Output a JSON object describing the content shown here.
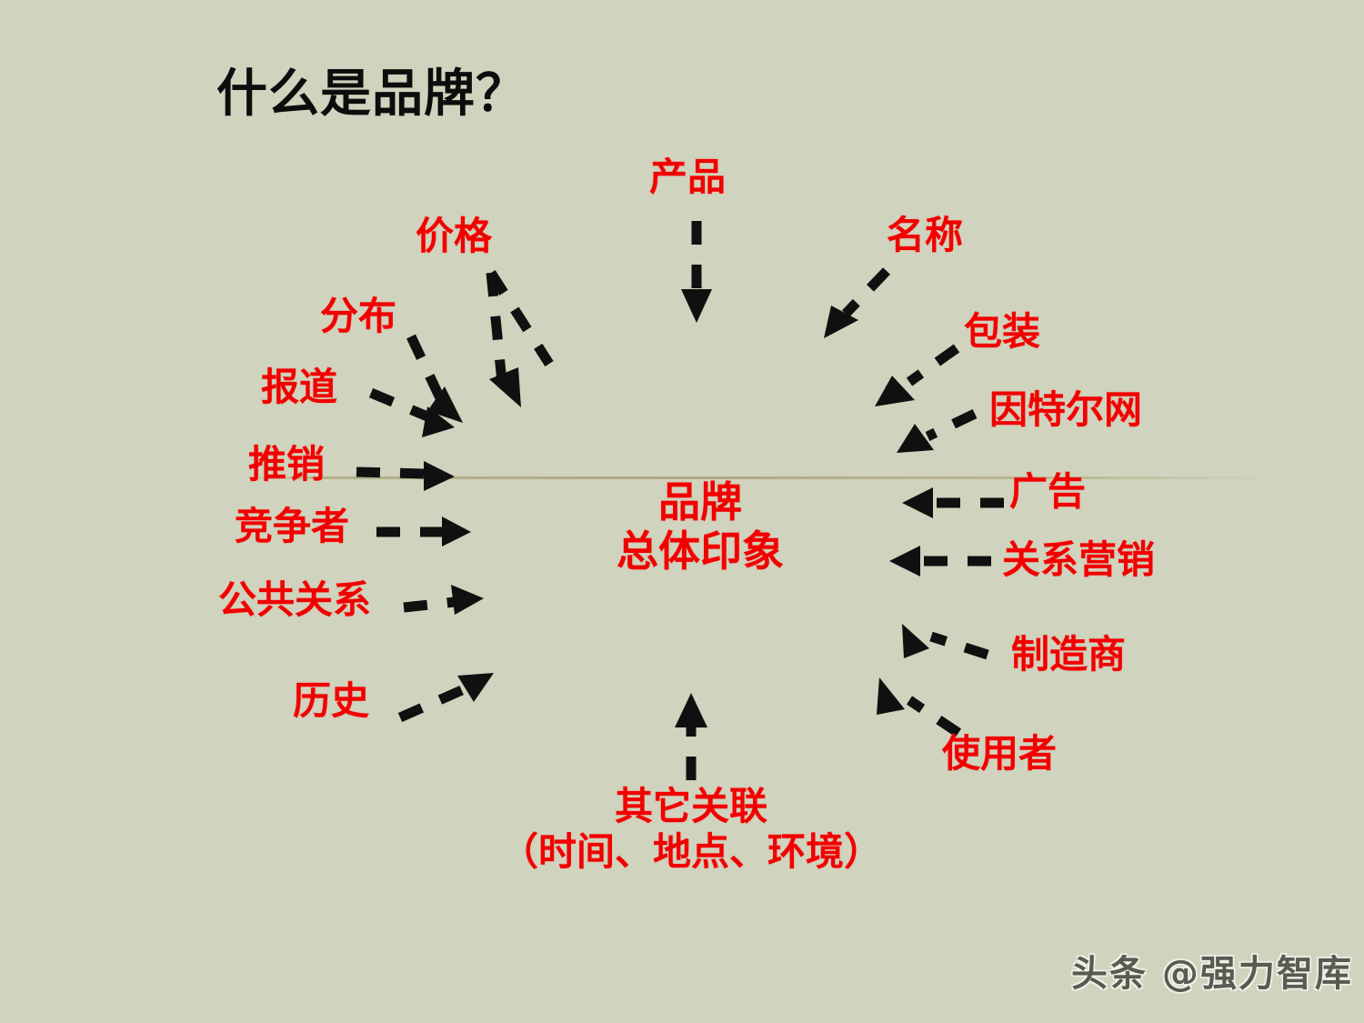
{
  "slide": {
    "title": "什么是品牌？",
    "background_color": "#d0d3bd",
    "accent_color": "#f20000",
    "title_color": "#0d0d0d",
    "arrow_color": "#101010"
  },
  "center": {
    "line1": "品牌",
    "line2": "总体印象"
  },
  "nodes": [
    {
      "id": "product",
      "label": "产品"
    },
    {
      "id": "price",
      "label": "价格"
    },
    {
      "id": "distribution",
      "label": "分布"
    },
    {
      "id": "reports",
      "label": "报道"
    },
    {
      "id": "promotion",
      "label": "推销"
    },
    {
      "id": "competitors",
      "label": "竞争者"
    },
    {
      "id": "public-relations",
      "label": "公共关系"
    },
    {
      "id": "history",
      "label": "历史"
    },
    {
      "id": "name",
      "label": "名称"
    },
    {
      "id": "packaging",
      "label": "包装"
    },
    {
      "id": "internet",
      "label": "因特尔网"
    },
    {
      "id": "advertising",
      "label": "广告"
    },
    {
      "id": "relationship-marketing",
      "label": "关系营销"
    },
    {
      "id": "manufacturer",
      "label": "制造商"
    },
    {
      "id": "users",
      "label": "使用者"
    }
  ],
  "other_association": {
    "line1": "其它关联",
    "line2": "（时间、地点、环境）"
  },
  "watermark": {
    "text": "头条 @强力智库"
  }
}
